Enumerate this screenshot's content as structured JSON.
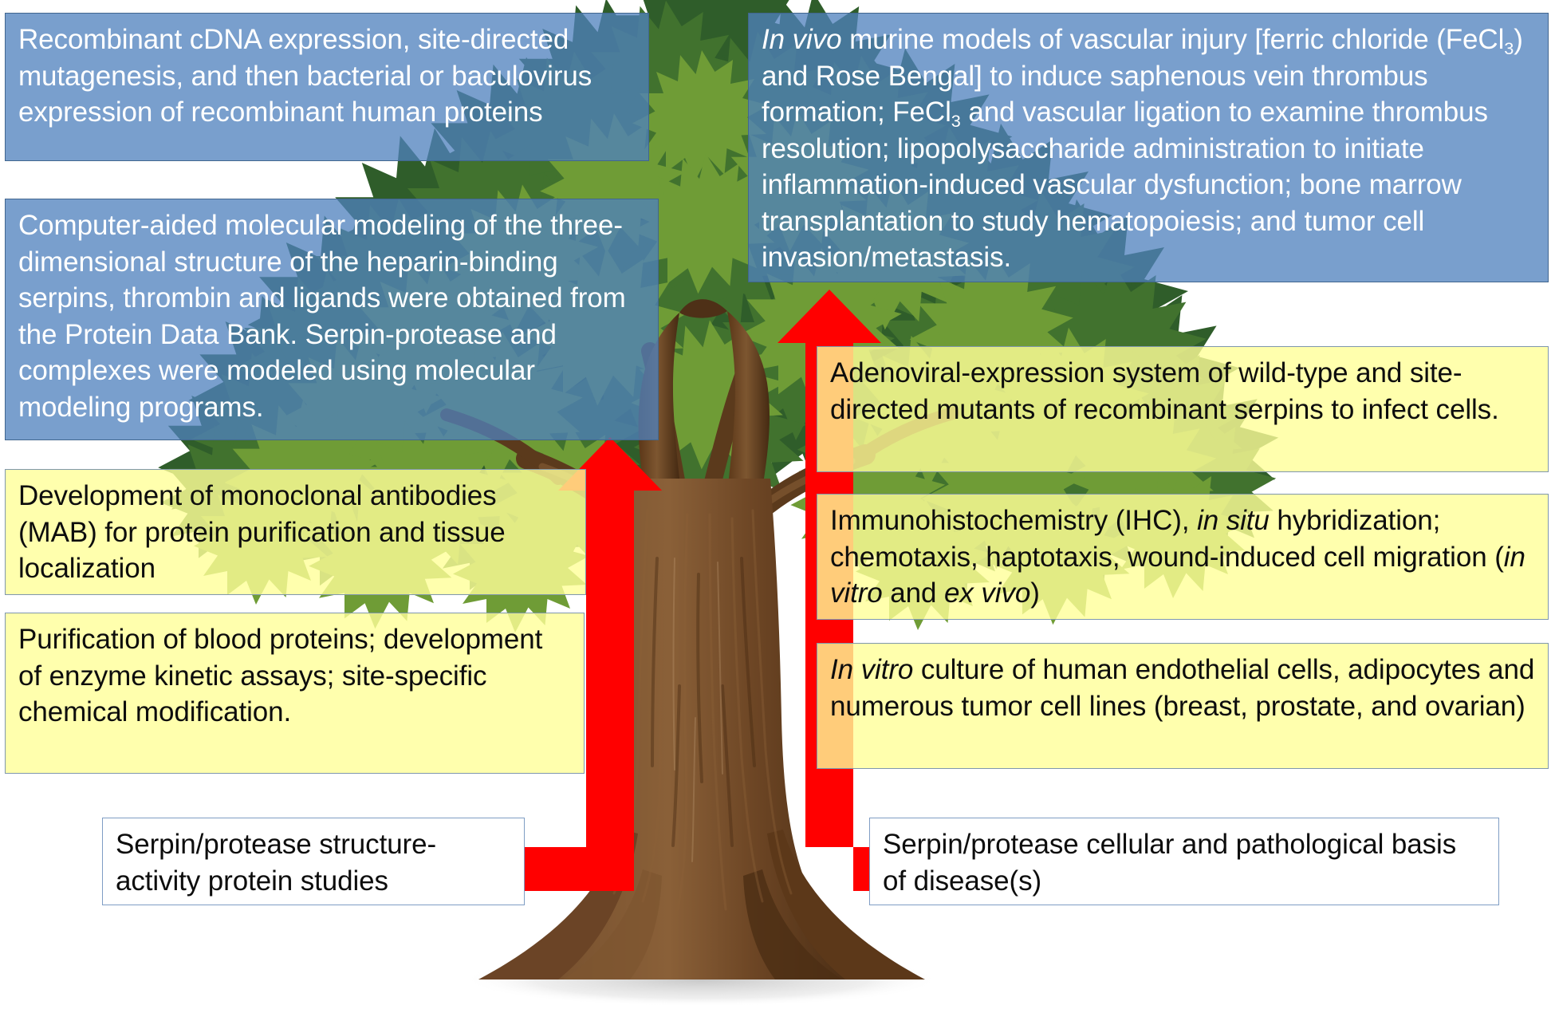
{
  "figure": {
    "kind": "research-program-tree-diagram",
    "colors": {
      "blue_box_fill": "#4f81bd",
      "blue_box_border": "#41668f",
      "yellow_box_fill": "#ffff99",
      "box_border": "#7f97ad",
      "white_box_fill": "#ffffff",
      "arrow_red": "#ff0000",
      "trunk_brown": "#6b4426",
      "canopy_green_dark": "#2f5d2a",
      "canopy_green_mid": "#4e7d2f",
      "canopy_green_light": "#6f9c36"
    }
  },
  "boxes": {
    "recombinant": {
      "name": "recombinant-cdna-box",
      "style": "blue",
      "text": "Recombinant cDNA expression, site-directed mutagenesis, and then  bacterial or baculovirus expression of recombinant human proteins"
    },
    "modeling": {
      "name": "molecular-modeling-box",
      "style": "blue",
      "text": "Computer-aided molecular modeling of the three-dimensional structure of the heparin-binding serpins, thrombin and ligands were obtained from the Protein Data Bank. Serpin-protease and complexes were modeled using molecular modeling  programs."
    },
    "mab": {
      "name": "monoclonal-antibodies-box",
      "style": "yellow",
      "text": "Development of monoclonal antibodies (MAB) for protein purification and tissue localization"
    },
    "purification": {
      "name": "blood-protein-purification-box",
      "style": "yellow",
      "text": "Purification of blood proteins; development of enzyme kinetic assays; site-specific chemical modification."
    },
    "invivo": {
      "name": "in-vivo-murine-models-box",
      "style": "blue",
      "text": "In vivo murine models of vascular injury [ferric chloride (FeCl3) and Rose Bengal] to induce saphenous vein thrombus formation; FeCl3 and vascular ligation to examine thrombus resolution; lipopolysaccharide administration to initiate inflammation-induced vascular dysfunction; bone marrow transplantation to study hematopoiesis; and tumor cell invasion/metastasis.",
      "italic_parts": [
        "In vivo"
      ],
      "subscripts": [
        "FeCl3 -> FeCl subscript 3"
      ]
    },
    "adenoviral": {
      "name": "adenoviral-expression-box",
      "style": "yellow",
      "text": "Adenoviral-expression system of wild-type and site-directed mutants of recombinant serpins to infect cells."
    },
    "ihc": {
      "name": "immunohistochemistry-box",
      "style": "yellow",
      "text": "Immunohistochemistry (IHC), in situ hybridization; chemotaxis, haptotaxis, wound-induced cell migration (in vitro and ex vivo)",
      "italic_parts": [
        "in situ",
        "in vitro",
        "ex vivo"
      ]
    },
    "invitro": {
      "name": "in-vitro-culture-box",
      "style": "yellow",
      "text": "In vitro culture of human endothelial cells, adipocytes and numerous tumor cell lines (breast, prostate, and ovarian)",
      "italic_parts": [
        "In vitro"
      ]
    },
    "left_label": {
      "name": "serpin-protease-structure-activity-label",
      "style": "white",
      "text": "Serpin/protease structure-activity protein studies"
    },
    "right_label": {
      "name": "serpin-protease-cellular-pathological-label",
      "style": "white",
      "text": "Serpin/protease cellular and pathological basis of disease(s)"
    }
  },
  "arrows": {
    "left": {
      "name": "left-upward-arrow",
      "color": "#ff0000",
      "from": "Serpin/protease structure-activity protein studies",
      "direction": "up"
    },
    "right": {
      "name": "right-upward-arrow",
      "color": "#ff0000",
      "from": "Serpin/protease cellular and pathological basis of disease(s)",
      "direction": "up"
    }
  }
}
